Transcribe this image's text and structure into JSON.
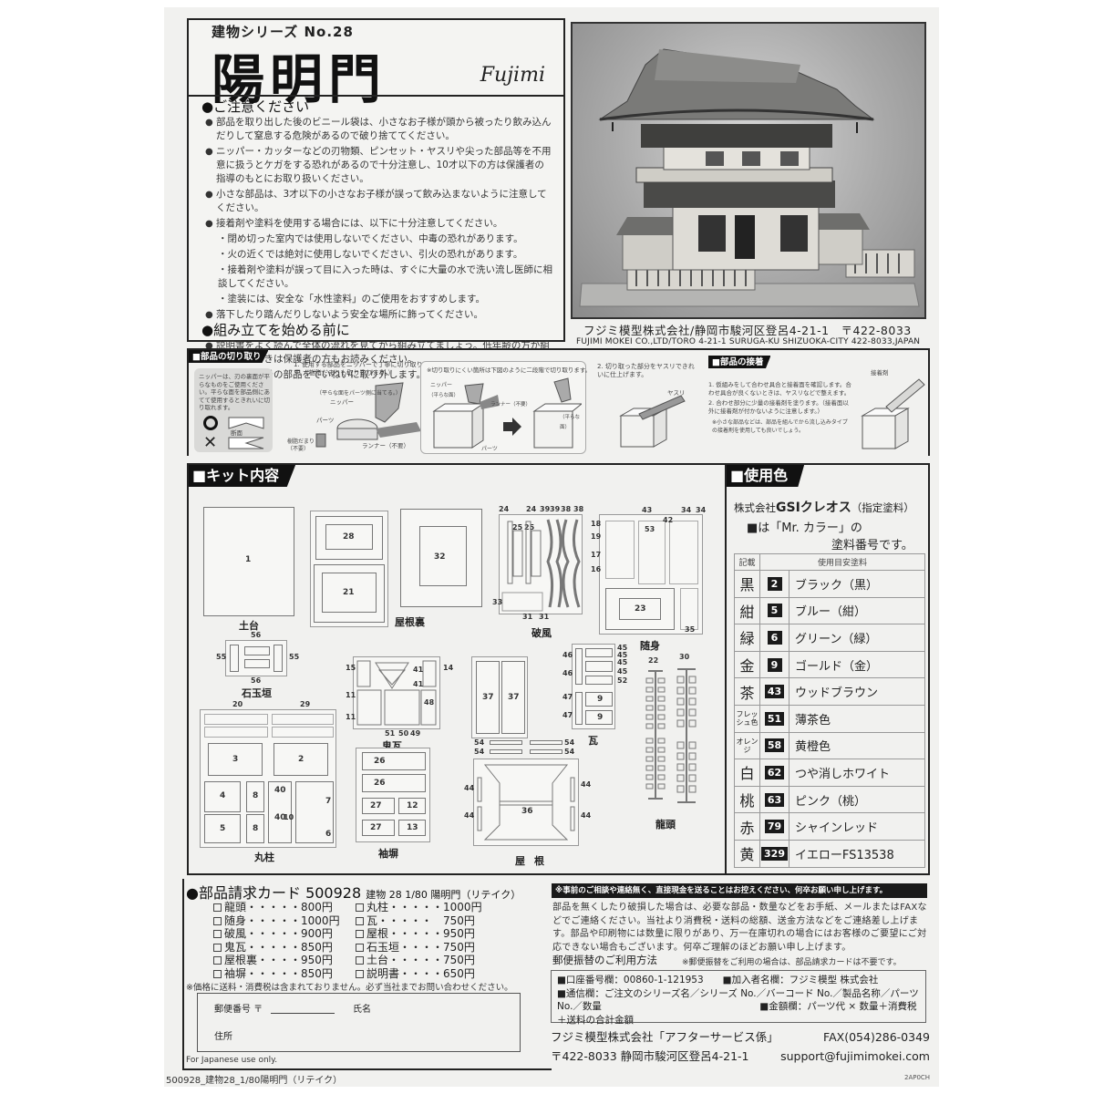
{
  "header": {
    "series": "建物シリーズ No.28",
    "title": "陽明門",
    "brand": "Fujimi"
  },
  "caution": {
    "heading": "●ご注意ください",
    "items": [
      "部品を取り出した後のビニール袋は、小さなお子様が頭から被ったり飲み込んだりして窒息する危険があるので破り捨ててください。",
      "ニッパー・カッターなどの刃物類、ピンセット・ヤスリや尖った部品等を不用意に扱うとケガをする恐れがあるので十分注意し、10才以下の方は保護者の指導のもとにお取り扱いください。",
      "小さな部品は、3才以下の小さなお子様が誤って飲み込まないように注意してください。",
      "接着剤や塗料を使用する場合には、以下に十分注意してください。"
    ],
    "sub_items": [
      "・閉め切った室内では使用しないでください、中毒の恐れがあります。",
      "・火の近くでは絶対に使用しないでください、引火の恐れがあります。",
      "・接着剤や塗料が誤って目に入った時は、すぐに大量の水で洗い流し医師に相談してください。",
      "・塗装には、安全な「水性塗料」のご使用をおすすめします。"
    ],
    "last_item": "落下したり踏んだりしないよう安全な場所に飾ってください。"
  },
  "before_assembly": {
    "heading": "●組み立てを始める前に",
    "items": [
      "説明書をよく読んで全体の流れを見てから組み立てましょう。低年齢の方が組み立てるときは保護者の方もお読みください。",
      "説明書の番号の部品をていねいに取り外します。取り外した後のクズは捨ててください。"
    ]
  },
  "company": {
    "address_jp": "フジミ模型株式会社/静岡市駿河区登呂4-21-1　〒422-8033",
    "address_en": "FUJIMI MOKEI CO.,LTD/TORO 4-21-1 SURUGA-KU SHIZUOKA-CITY 422-8033,JAPAN"
  },
  "cutting": {
    "tag": "■部品の切り取り",
    "nipper_note": "ニッパーは、刃の裏面が平らなものをご使用ください。平らな面を部品側にあてて使用するときれいに切り取れます。",
    "section_label": "断面",
    "step1": "1. 使用する部品をニッパーで丁寧に切り取ります。（樹脂だまりも取り去ります。）",
    "step1_labels": [
      "（平らな面をパーツ側に当てる。）",
      "ニッパー",
      "パーツ",
      "樹脂だまり（不要）",
      "ランナー（不要）"
    ],
    "two_step_note": "※切り取りにくい箇所は下図のように二段階で切り取ります。",
    "two_step_labels": [
      "ニッパー",
      "（平らな面）",
      "ランナー（不要）",
      "パーツ",
      "（平らな面）"
    ],
    "step2": "2. 切り取った部分をヤスリできれいに仕上げます。",
    "file_label": "ヤスリ"
  },
  "gluing": {
    "tag": "■部品の接着",
    "step1": "1. 仮組みをして合わせ具合と接着面を確認します。合わせ具合が良くないときは、ヤスリなどで整えます。",
    "step2": "2. 合わせ部分に少量の接着剤を塗ります。（接着面以外に接着剤が付かないように注意します。）",
    "note": "※小さな部品などは、部品を組んでから流し込みタイプの接着剤を使用しても良いでしょう。",
    "glue_label": "接着剤"
  },
  "kit": {
    "tag": "■キット内容",
    "groups": [
      {
        "name": "土台",
        "parts": [
          "1"
        ]
      },
      {
        "name": "屋根裏",
        "parts": [
          "28",
          "21",
          "32"
        ]
      },
      {
        "name": "破風",
        "parts": [
          "24",
          "24",
          "39",
          "39",
          "38",
          "38",
          "25",
          "25",
          "33",
          "31",
          "31"
        ]
      },
      {
        "name": "随身",
        "parts": [
          "43",
          "42",
          "34",
          "34",
          "18",
          "19",
          "17",
          "16",
          "53",
          "23",
          "35"
        ]
      },
      {
        "name": "石玉垣",
        "parts": [
          "56",
          "55",
          "55",
          "56"
        ]
      },
      {
        "name": "鬼瓦",
        "parts": [
          "15",
          "41",
          "41",
          "14",
          "11",
          "11",
          "48",
          "51",
          "50",
          "49"
        ]
      },
      {
        "name": "丸柱",
        "parts": [
          "20",
          "29",
          "3",
          "2",
          "4",
          "8",
          "40",
          "7",
          "40",
          "10",
          "5",
          "8",
          "6"
        ]
      },
      {
        "name": "袖塀",
        "parts": [
          "26",
          "26",
          "27",
          "12",
          "27",
          "13"
        ]
      },
      {
        "name": "屋根",
        "parts": [
          "37",
          "37",
          "54",
          "54",
          "54",
          "54",
          "44",
          "44",
          "44",
          "44",
          "36"
        ]
      },
      {
        "name": "瓦",
        "parts": [
          "46",
          "45",
          "45",
          "45",
          "46",
          "45",
          "52",
          "47",
          "9",
          "47",
          "9"
        ]
      },
      {
        "name": "龍頭",
        "parts": [
          "22",
          "30"
        ]
      }
    ]
  },
  "colors": {
    "tag": "■使用色",
    "maker": "株式会社",
    "maker_brand": "GSIクレオス",
    "maker_note": "（指定塗料）",
    "mr_line1": "■は「Mr. カラー」の",
    "mr_line2": "塗料番号です。",
    "header": [
      "記載",
      "使用目安塗料"
    ],
    "rows": [
      {
        "key": "黒",
        "num": "2",
        "name": "ブラック（黒）"
      },
      {
        "key": "紺",
        "num": "5",
        "name": "ブルー（紺）"
      },
      {
        "key": "緑",
        "num": "6",
        "name": "グリーン（緑）"
      },
      {
        "key": "金",
        "num": "9",
        "name": "ゴールド（金）"
      },
      {
        "key": "茶",
        "num": "43",
        "name": "ウッドブラウン"
      },
      {
        "key": "フレッシュ色",
        "num": "51",
        "name": "薄茶色"
      },
      {
        "key": "オレンジ",
        "num": "58",
        "name": "黄橙色"
      },
      {
        "key": "白",
        "num": "62",
        "name": "つや消しホワイト"
      },
      {
        "key": "桃",
        "num": "63",
        "name": "ピンク（桃）"
      },
      {
        "key": "赤",
        "num": "79",
        "name": "シャインレッド"
      },
      {
        "key": "黄",
        "num": "329",
        "name": "イエローFS13538"
      }
    ]
  },
  "request_card": {
    "title": "●部品請求カード",
    "code": "500928",
    "product": "建物 28 1/80 陽明門（リテイク）",
    "col1": [
      {
        "name": "龍頭",
        "price": "800円"
      },
      {
        "name": "随身",
        "price": "1000円"
      },
      {
        "name": "破風",
        "price": "900円"
      },
      {
        "name": "鬼瓦",
        "price": "850円"
      },
      {
        "name": "屋根裏",
        "price": "950円"
      },
      {
        "name": "袖塀",
        "price": "850円"
      }
    ],
    "col2": [
      {
        "name": "丸柱",
        "price": "1000円"
      },
      {
        "name": "瓦",
        "price": "750円"
      },
      {
        "name": "屋根",
        "price": "950円"
      },
      {
        "name": "石玉垣",
        "price": "750円"
      },
      {
        "name": "土台",
        "price": "750円"
      },
      {
        "name": "説明書",
        "price": "650円"
      }
    ],
    "price_note": "※価格に送料・消費税は含まれておりません。必ず当社までお問い合わせください。",
    "postal_label": "郵便番号 〒",
    "name_label": "氏名",
    "address_label": "住所",
    "for_japanese": "For Japanese use only.",
    "footer_code": "500928_建物28_1/80陽明門（リテイク）"
  },
  "after_service": {
    "warning": "※事前のご相談や連絡無く、直接現金を送ることはお控えください、何卒お願い申し上げます。",
    "body": "部品を無くしたり破損した場合は、必要な部品・数量などをお手紙、メールまたはFAXなどでご連絡ください。当社より消費税・送料の総額、送金方法などをご連絡差し上げます。部品や印刷物には数量に限りがあり、万一在庫切れの場合にはお客様のご要望にご対応できない場合もございます。何卒ご理解のほどお願い申し上げます。",
    "postal_heading": "郵便振替のご利用方法",
    "postal_note": "※郵便振替をご利用の場合は、部品請求カードは不要です。",
    "account": "■口座番号欄：00860-1-121953",
    "payee": "■加入者名欄：フジミ模型 株式会社",
    "message": "■通信欄：ご注文のシリーズ名／シリーズ No.／バーコード No.／製品名称／パーツ No.／数量",
    "amount": "■金額欄：パーツ代 × 数量＋消費税＋送料の合計金額",
    "dept": "フジミ模型株式会社「アフターサービス係」",
    "fax": "FAX(054)286-0349",
    "address": "〒422-8033 静岡市駿河区登呂4-21-1",
    "email": "support@fujimimokei.com",
    "version": "2AP0CH"
  }
}
